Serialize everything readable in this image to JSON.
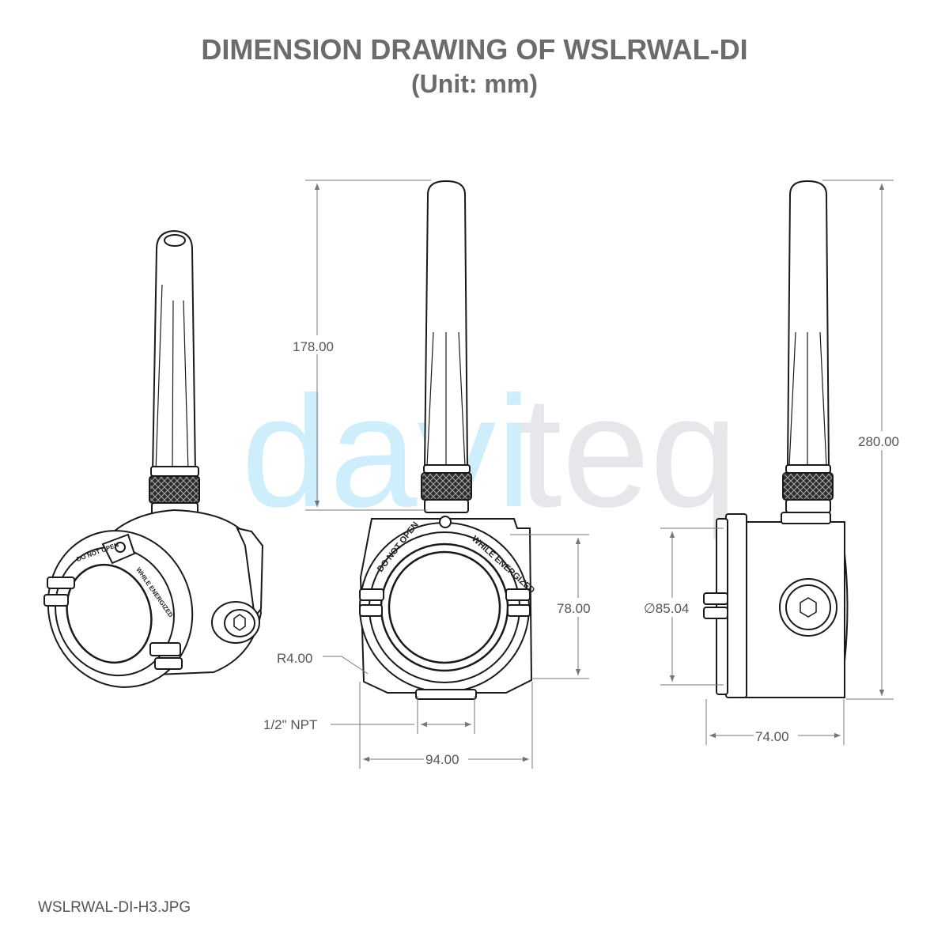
{
  "title": "DIMENSION DRAWING OF WSLRWAL-DI",
  "subtitle": "(Unit: mm)",
  "file_name": "WSLRWAL-DI-H3.JPG",
  "watermark": {
    "part1": "davi",
    "part2": "teq",
    "color1": "#cdeefb",
    "color2": "#e4e6ea"
  },
  "dimensions": {
    "antenna_height": "178.00",
    "total_height": "280.00",
    "housing_height": "78.00",
    "diameter": "∅85.04",
    "radius": "R4.00",
    "conduit": "1/2\" NPT",
    "width": "94.00",
    "depth": "74.00"
  },
  "cover_text": {
    "left": "DO NOT OPEN",
    "right": "WHILE ENERGIZED",
    "iso_left": "DO NOT OPEN",
    "iso_right": "WHILE ENERGIZED"
  },
  "line_color": "#1a1a1a",
  "dim_color": "#777777"
}
